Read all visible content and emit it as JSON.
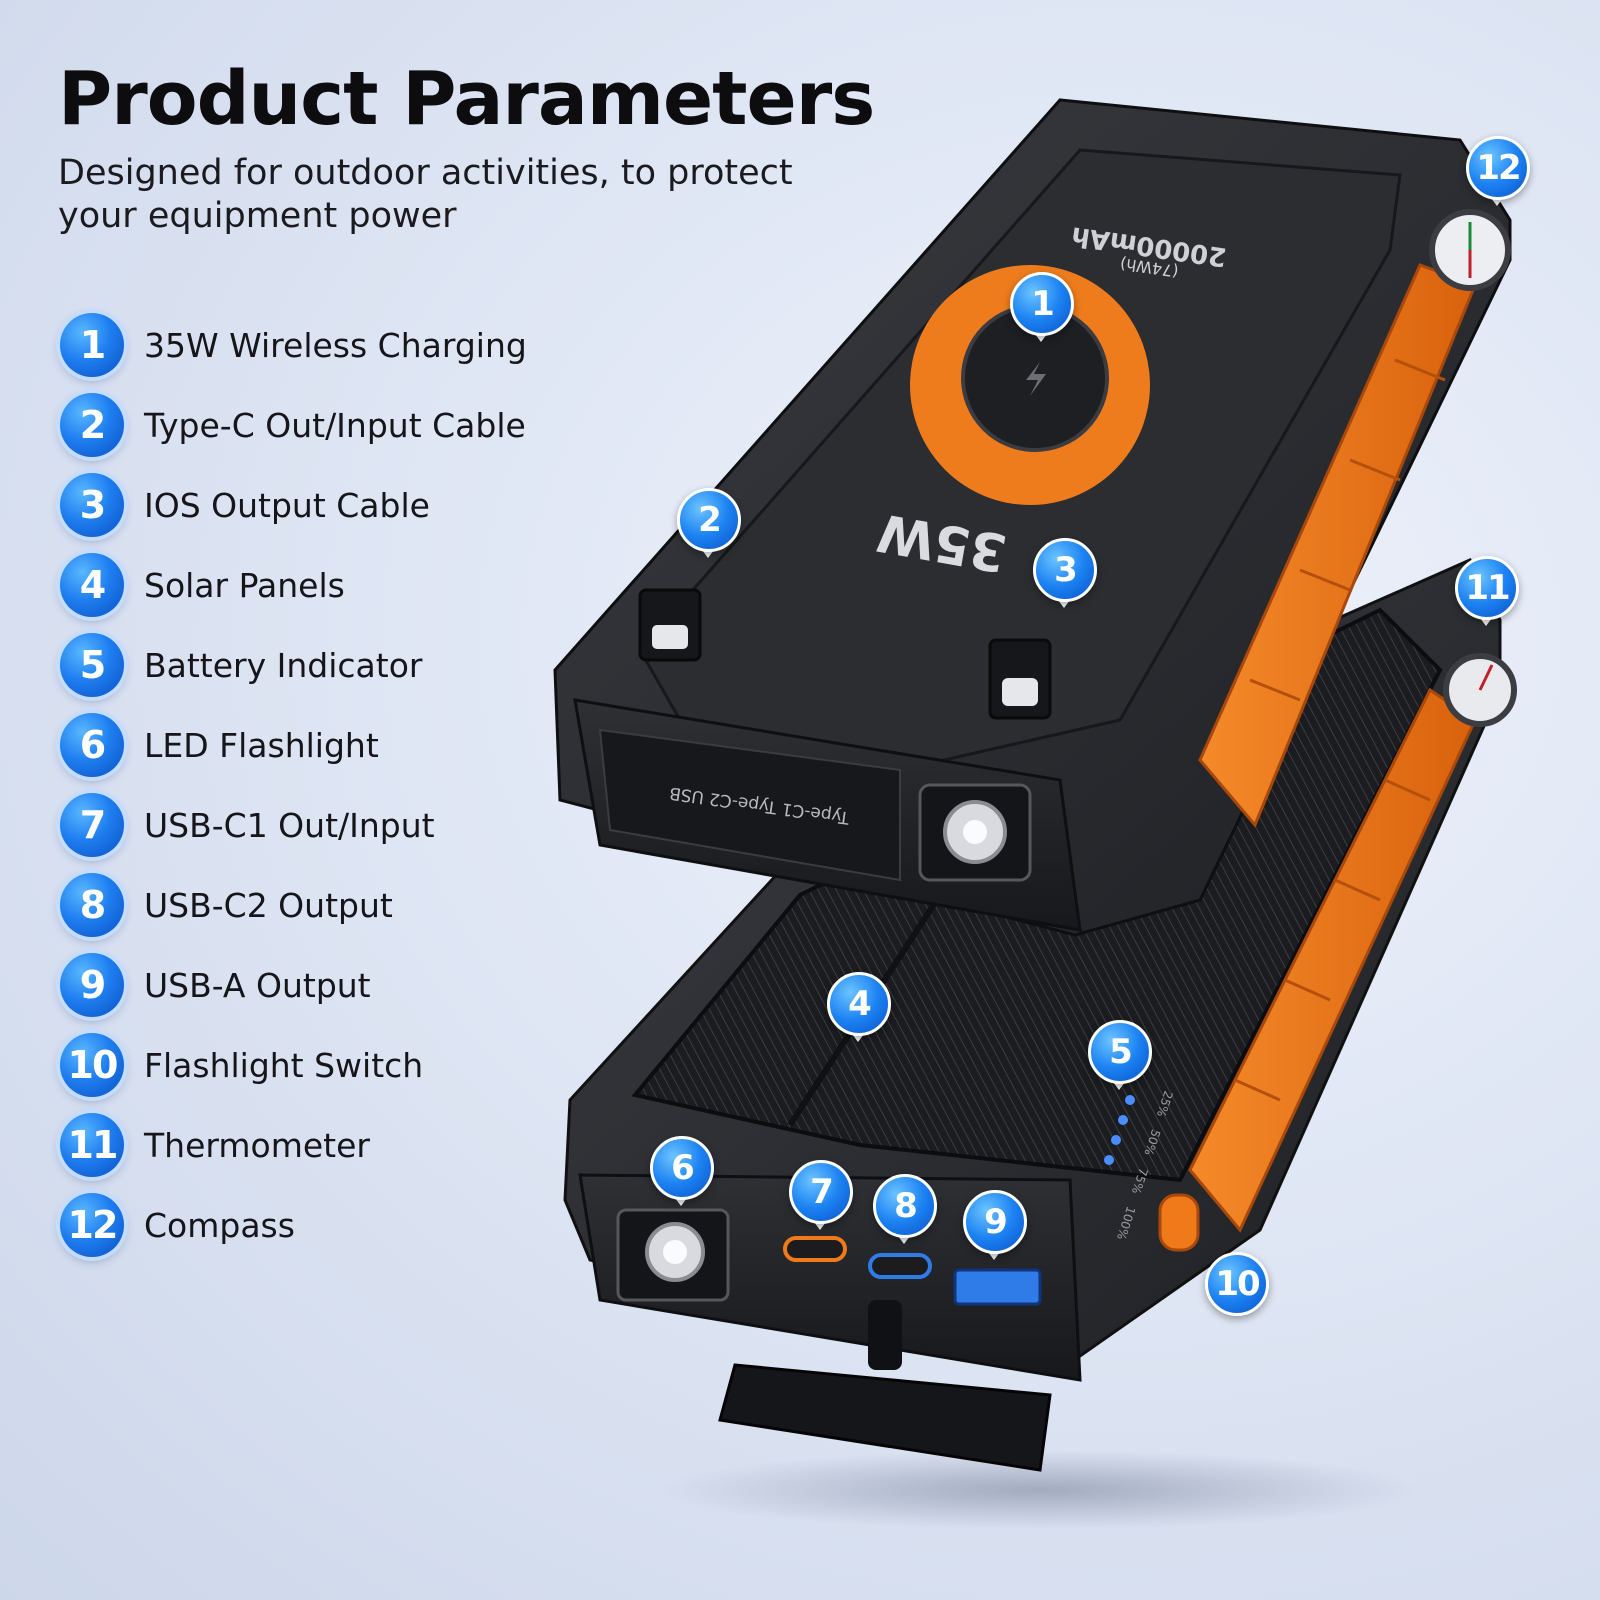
{
  "header": {
    "title": "Product Parameters",
    "subtitle": "Designed for outdoor activities, to protect your equipment power"
  },
  "features": [
    {
      "num": "1",
      "label": "35W Wireless Charging"
    },
    {
      "num": "2",
      "label": "Type-C Out/Input Cable"
    },
    {
      "num": "3",
      "label": "IOS Output Cable"
    },
    {
      "num": "4",
      "label": "Solar Panels"
    },
    {
      "num": "5",
      "label": "Battery Indicator"
    },
    {
      "num": "6",
      "label": "LED Flashlight"
    },
    {
      "num": "7",
      "label": "USB-C1 Out/Input"
    },
    {
      "num": "8",
      "label": "USB-C2 Output"
    },
    {
      "num": "9",
      "label": "USB-A Output"
    },
    {
      "num": "10",
      "label": "Flashlight Switch"
    },
    {
      "num": "11",
      "label": "Thermometer"
    },
    {
      "num": "12",
      "label": "Compass"
    }
  ],
  "product": {
    "capacity": "20000mAh",
    "energy": "(74Wh)",
    "wattage": "35W",
    "port_cover_text": "Type-C1 Type-C2 USB",
    "battery_levels": [
      "25%",
      "50%",
      "75%",
      "100%"
    ]
  },
  "colors": {
    "accent_orange": "#f07a1a",
    "badge_blue": "#1f7ff0",
    "body_dark": "#2a2c30"
  }
}
